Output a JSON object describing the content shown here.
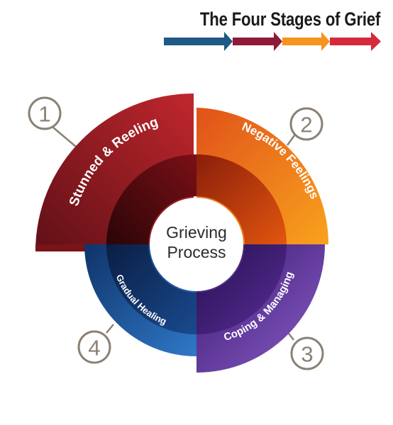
{
  "title": "The Four Stages of Grief",
  "center": {
    "line1": "Grieving",
    "line2": "Process"
  },
  "stages": [
    {
      "number": "1",
      "label": "Stunned & Reeling",
      "color": "#8e1a22"
    },
    {
      "number": "2",
      "label": "Negative Feelings",
      "color": "#f07c12"
    },
    {
      "number": "3",
      "label": "Coping & Managing",
      "color": "#5a2a8a"
    },
    {
      "number": "4",
      "label": "Gradual Healing",
      "color": "#1d4f8e"
    }
  ],
  "arrow_colors": [
    "#1d5a86",
    "#8e1a3a",
    "#f7941d",
    "#d42a3c"
  ]
}
